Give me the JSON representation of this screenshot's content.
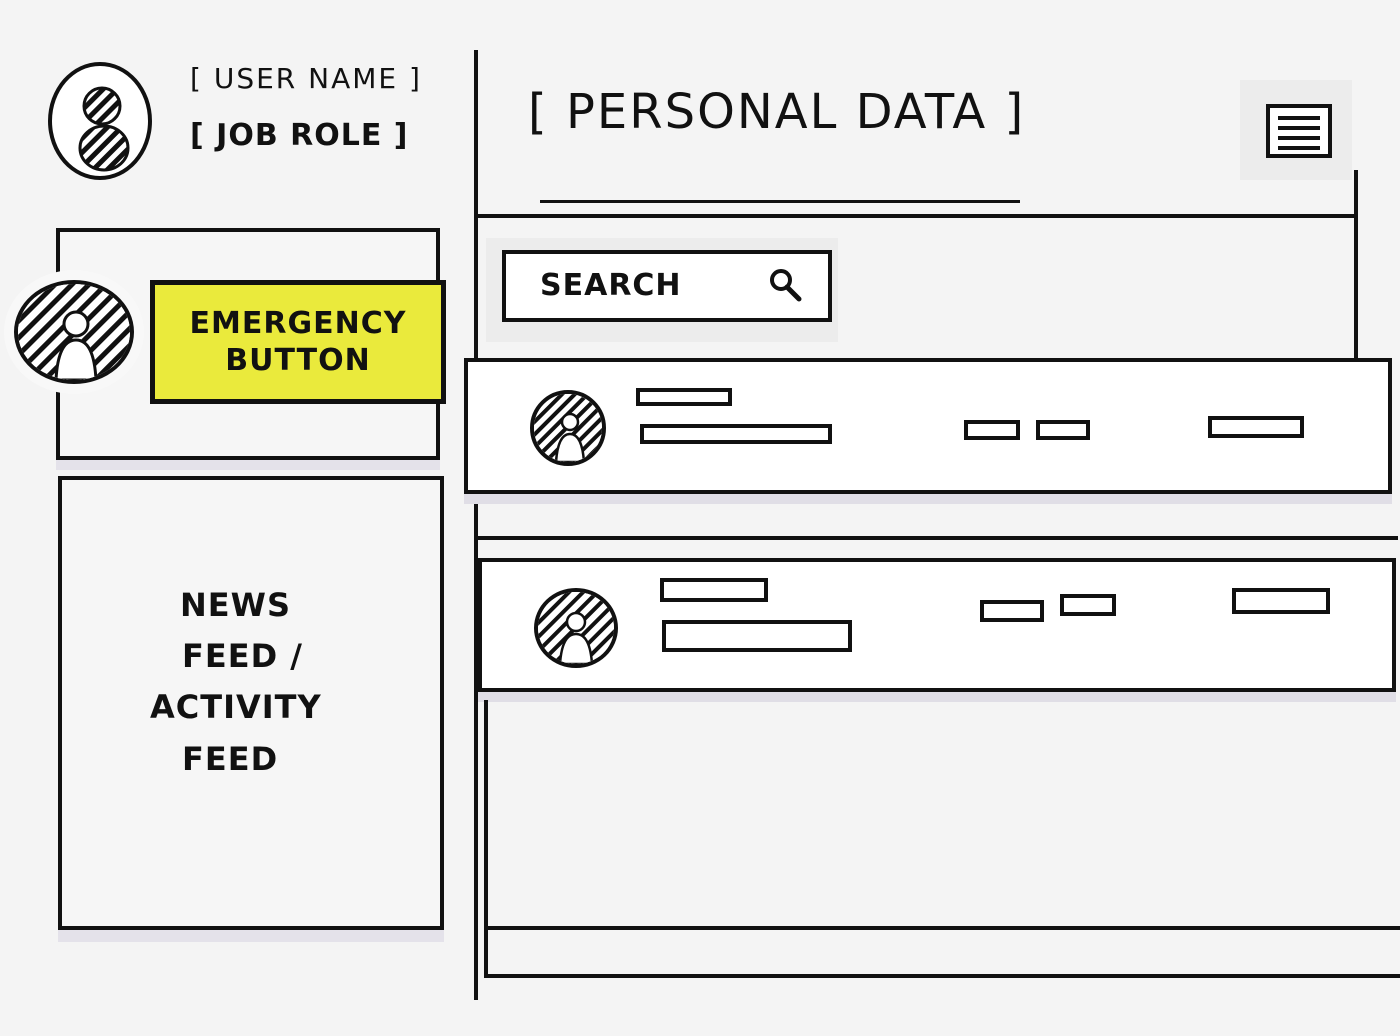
{
  "profile": {
    "user_name": "[ USER NAME ]",
    "job_role": "[ JOB ROLE ]",
    "avatar_icon": "user-avatar-icon"
  },
  "emergency": {
    "label_line1": "EMERGENCY",
    "label_line2": "BUTTON",
    "color": "#eaea3c"
  },
  "news_feed": {
    "line1": "NEWS",
    "line2": "FEED /",
    "line3": "ACTIVITY",
    "line4": "FEED"
  },
  "header": {
    "title": "[ PERSONAL DATA ]",
    "menu_icon": "hamburger-menu-icon"
  },
  "search": {
    "label": "SEARCH",
    "icon": "search-icon"
  },
  "list": {
    "items": [
      {
        "avatar_icon": "user-avatar-icon"
      },
      {
        "avatar_icon": "user-avatar-icon"
      }
    ]
  }
}
